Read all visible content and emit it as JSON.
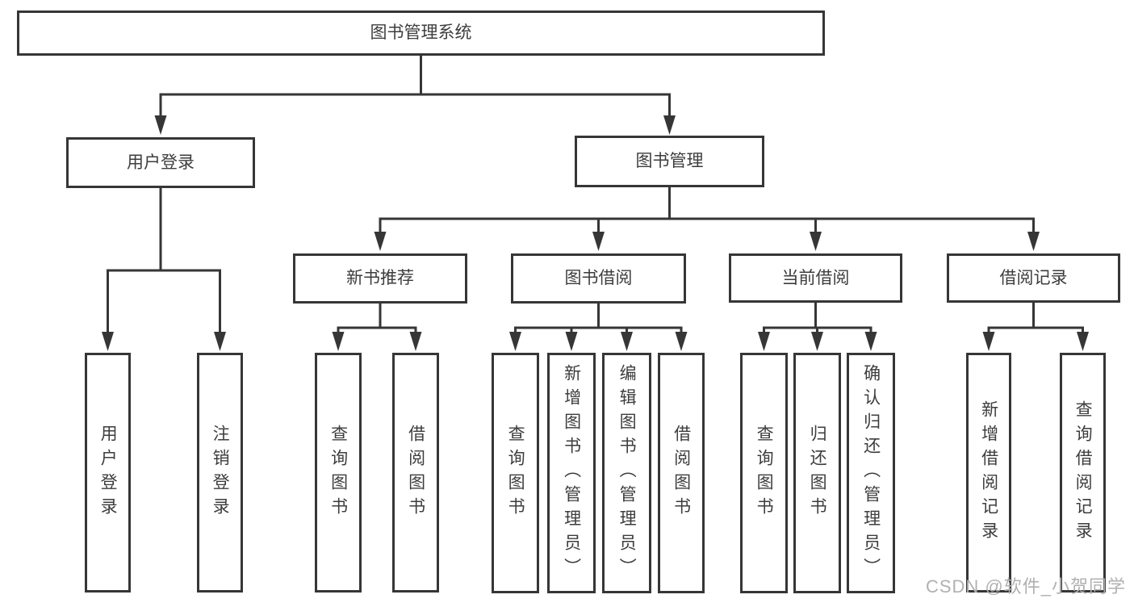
{
  "diagram": {
    "root": {
      "label": "图书管理系统"
    },
    "level1": [
      {
        "label": "用户登录"
      },
      {
        "label": "图书管理"
      }
    ],
    "level2": [
      {
        "label": "新书推荐"
      },
      {
        "label": "图书借阅"
      },
      {
        "label": "当前借阅"
      },
      {
        "label": "借阅记录"
      }
    ],
    "leaves": {
      "user_login": [
        "用户登录",
        "注销登录"
      ],
      "new_book_recommend": [
        "查询图书",
        "借阅图书"
      ],
      "book_borrow": [
        "查询图书",
        "新增图书（管理员）",
        "编辑图书（管理员）",
        "借阅图书"
      ],
      "current_borrow": [
        "查询图书",
        "归还图书",
        "确认归还（管理员）"
      ],
      "borrow_record": [
        "新增借阅记录",
        "查询借阅记录"
      ]
    }
  },
  "watermark": {
    "text": "CSDN @软件_小贺同学"
  },
  "colors": {
    "line": "#363636",
    "text": "#3d3d3d",
    "watermark": "#b0b0b0",
    "background": "#ffffff"
  }
}
